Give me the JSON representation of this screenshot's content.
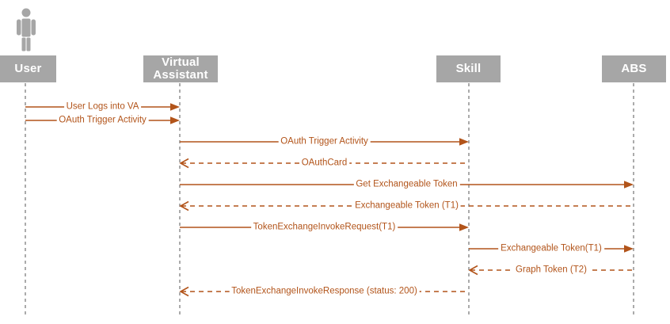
{
  "diagram_type": "sequence",
  "actors": [
    {
      "id": "user",
      "label": "User"
    },
    {
      "id": "va",
      "label": "Virtual Assistant"
    },
    {
      "id": "skill",
      "label": "Skill"
    },
    {
      "id": "abs",
      "label": "ABS"
    }
  ],
  "messages": [
    {
      "from": "user",
      "to": "va",
      "label": "User Logs into VA",
      "line": "solid"
    },
    {
      "from": "user",
      "to": "va",
      "label": "OAuth Trigger Activity",
      "line": "solid"
    },
    {
      "from": "va",
      "to": "skill",
      "label": "OAuth Trigger Activity",
      "line": "solid"
    },
    {
      "from": "skill",
      "to": "va",
      "label": "OAuthCard",
      "line": "dashed"
    },
    {
      "from": "va",
      "to": "abs",
      "label": "Get Exchangeable Token",
      "line": "solid"
    },
    {
      "from": "abs",
      "to": "va",
      "label": "Exchangeable Token (T1)",
      "line": "dashed"
    },
    {
      "from": "va",
      "to": "skill",
      "label": "TokenExchangeInvokeRequest(T1)",
      "line": "solid"
    },
    {
      "from": "skill",
      "to": "abs",
      "label": "Exchangeable Token(T1)",
      "line": "solid"
    },
    {
      "from": "abs",
      "to": "skill",
      "label": "Graph Token (T2)",
      "line": "dashed"
    },
    {
      "from": "skill",
      "to": "va",
      "label": "TokenExchangeInvokeResponse (status: 200)",
      "line": "dashed"
    }
  ],
  "colors": {
    "actor_box": "#a6a6a6",
    "actor_text": "#ffffff",
    "lifeline": "#ababab",
    "message": "#b2541a",
    "background": "#ffffff"
  }
}
